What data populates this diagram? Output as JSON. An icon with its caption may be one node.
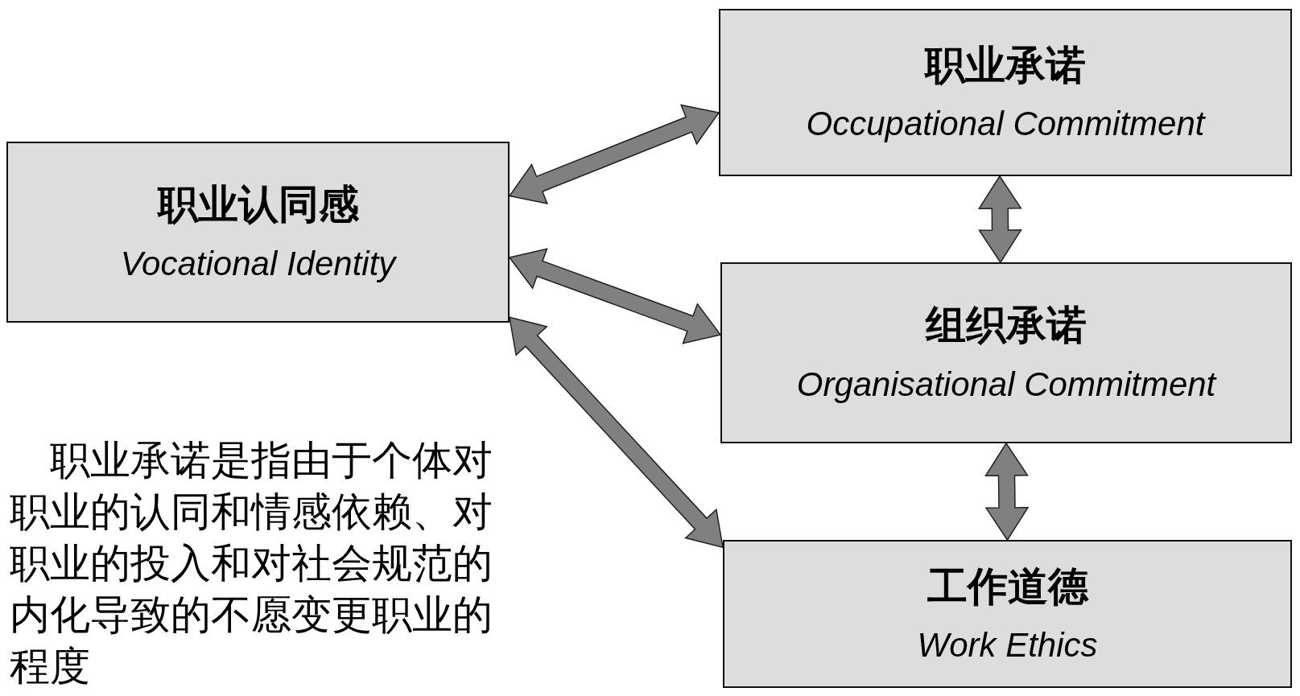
{
  "diagram": {
    "nodes": [
      {
        "text": [
          "职业认同感",
          "Vocational Identity"
        ]
      },
      {
        "text": [
          "职业承诺",
          "Occupational Commitment"
        ]
      },
      {
        "text": [
          "组织承诺",
          "Organisational Commitment"
        ]
      },
      {
        "text": [
          "工作道德",
          "Work Ethics"
        ]
      }
    ],
    "edges": [
      {
        "from": 0,
        "to": 1,
        "arrow": "both"
      },
      {
        "from": 0,
        "to": 2,
        "arrow": "both"
      },
      {
        "from": 0,
        "to": 3,
        "arrow": "both"
      },
      {
        "from": 1,
        "to": 2,
        "arrow": "both"
      },
      {
        "from": 2,
        "to": 3,
        "arrow": "both"
      }
    ],
    "labels": [
      "职业承诺是指由于个体对职业的认同和情感依赖、对职业的投入和对社会规范的内化导致的不愿变更职业的程度"
    ]
  }
}
